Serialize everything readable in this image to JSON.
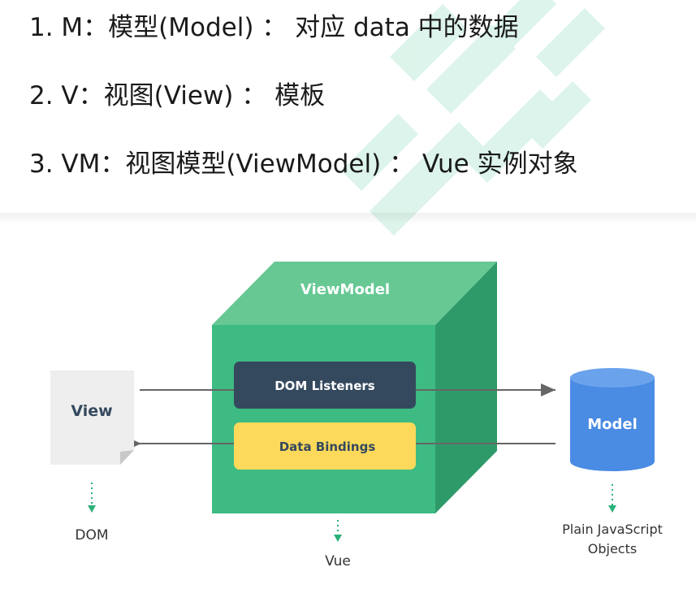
{
  "text_lines": [
    "1. M：模型(Model) ： 对应 data 中的数据",
    "2. V：视图(View) ： 模板",
    "3. VM：视图模型(ViewModel) ：  Vue 实例对象"
  ],
  "diagram": {
    "viewmodel_label": "ViewModel",
    "dom_listeners_label": "DOM Listeners",
    "data_bindings_label": "Data Bindings",
    "view_label": "View",
    "model_label": "Model",
    "dom_caption": "DOM",
    "vue_caption": "Vue",
    "plain_js_line1": "Plain JavaScript",
    "plain_js_line2": "Objects"
  },
  "colors": {
    "cube_front": "#3dbb82",
    "cube_top": "#67c894",
    "cube_side": "#2e9a6a",
    "dom_listeners": "#35495e",
    "data_bindings": "#fcd95a",
    "view_doc": "#eeeeee",
    "model_cylinder": "#4a8be3",
    "arrow": "#666666",
    "accent": "#2bb07a",
    "watermark": "#d7f2e8"
  }
}
